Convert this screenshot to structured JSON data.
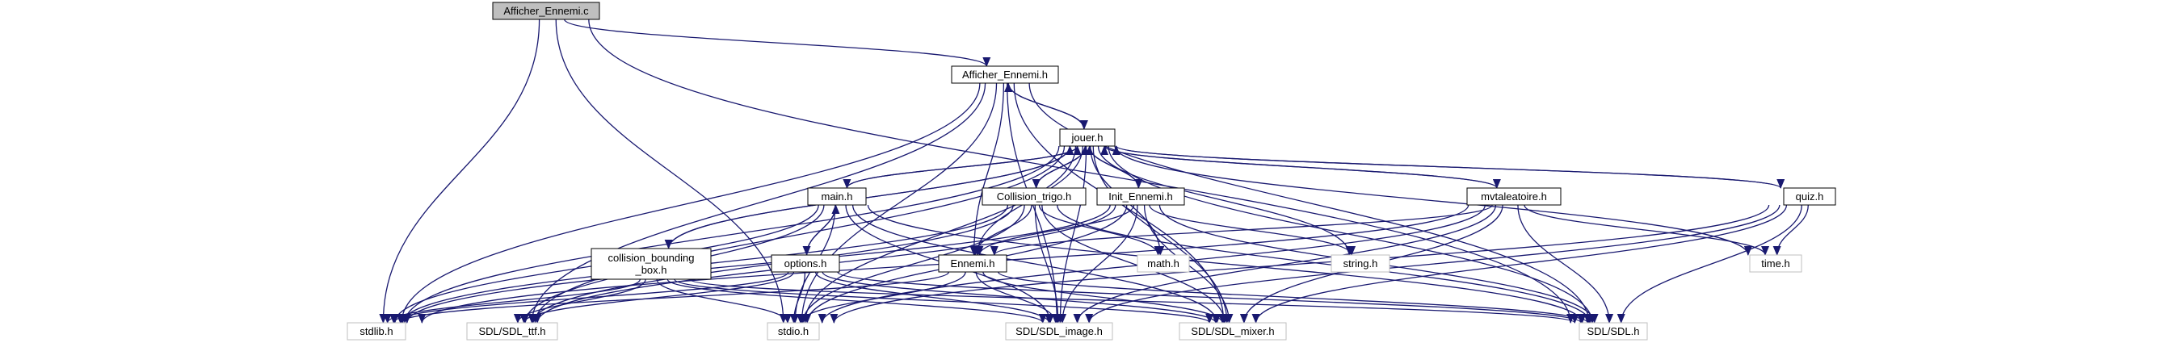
{
  "graph": {
    "nodes": [
      {
        "id": "afficher_c",
        "label": "Afficher_Ennemi.c",
        "style": "root"
      },
      {
        "id": "afficher_h",
        "label": "Afficher_Ennemi.h",
        "style": "doc"
      },
      {
        "id": "jouer_h",
        "label": "jouer.h",
        "style": "doc"
      },
      {
        "id": "main_h",
        "label": "main.h",
        "style": "doc"
      },
      {
        "id": "collision_trigo_h",
        "label": "Collision_trigo.h",
        "style": "doc"
      },
      {
        "id": "init_ennemi_h",
        "label": "Init_Ennemi.h",
        "style": "doc"
      },
      {
        "id": "mvtaleatoire_h",
        "label": "mvtaleatoire.h",
        "style": "doc"
      },
      {
        "id": "quiz_h",
        "label": "quiz.h",
        "style": "doc"
      },
      {
        "id": "collision_bb_h",
        "label": "collision_bounding\n_box.h",
        "style": "doc"
      },
      {
        "id": "options_h",
        "label": "options.h",
        "style": "doc"
      },
      {
        "id": "ennemi_h",
        "label": "Ennemi.h",
        "style": "doc"
      },
      {
        "id": "math_h",
        "label": "math.h",
        "style": "ext"
      },
      {
        "id": "string_h",
        "label": "string.h",
        "style": "ext"
      },
      {
        "id": "time_h",
        "label": "time.h",
        "style": "ext"
      },
      {
        "id": "stdlib_h",
        "label": "stdlib.h",
        "style": "ext"
      },
      {
        "id": "sdl_ttf_h",
        "label": "SDL/SDL_ttf.h",
        "style": "ext"
      },
      {
        "id": "stdio_h",
        "label": "stdio.h",
        "style": "ext"
      },
      {
        "id": "sdl_image_h",
        "label": "SDL/SDL_image.h",
        "style": "ext"
      },
      {
        "id": "sdl_mixer_h",
        "label": "SDL/SDL_mixer.h",
        "style": "ext"
      },
      {
        "id": "sdl_h",
        "label": "SDL/SDL.h",
        "style": "ext"
      }
    ],
    "edges": [
      [
        "afficher_c",
        "afficher_h"
      ],
      [
        "afficher_c",
        "stdlib_h"
      ],
      [
        "afficher_c",
        "stdio_h"
      ],
      [
        "afficher_c",
        "sdl_h"
      ],
      [
        "afficher_h",
        "jouer_h"
      ],
      [
        "afficher_h",
        "ennemi_h"
      ],
      [
        "afficher_h",
        "stdlib_h"
      ],
      [
        "afficher_h",
        "sdl_ttf_h"
      ],
      [
        "afficher_h",
        "stdio_h"
      ],
      [
        "afficher_h",
        "sdl_image_h"
      ],
      [
        "afficher_h",
        "sdl_mixer_h"
      ],
      [
        "afficher_h",
        "sdl_h"
      ],
      [
        "jouer_h",
        "afficher_h"
      ],
      [
        "jouer_h",
        "main_h"
      ],
      [
        "jouer_h",
        "collision_trigo_h"
      ],
      [
        "jouer_h",
        "init_ennemi_h"
      ],
      [
        "jouer_h",
        "mvtaleatoire_h"
      ],
      [
        "jouer_h",
        "quiz_h"
      ],
      [
        "jouer_h",
        "collision_bb_h"
      ],
      [
        "jouer_h",
        "ennemi_h"
      ],
      [
        "jouer_h",
        "math_h"
      ],
      [
        "jouer_h",
        "string_h"
      ],
      [
        "jouer_h",
        "time_h"
      ],
      [
        "jouer_h",
        "stdlib_h"
      ],
      [
        "jouer_h",
        "sdl_ttf_h"
      ],
      [
        "jouer_h",
        "stdio_h"
      ],
      [
        "jouer_h",
        "sdl_image_h"
      ],
      [
        "jouer_h",
        "sdl_mixer_h"
      ],
      [
        "jouer_h",
        "sdl_h"
      ],
      [
        "main_h",
        "jouer_h"
      ],
      [
        "main_h",
        "options_h"
      ],
      [
        "main_h",
        "stdlib_h"
      ],
      [
        "main_h",
        "sdl_ttf_h"
      ],
      [
        "main_h",
        "stdio_h"
      ],
      [
        "main_h",
        "sdl_image_h"
      ],
      [
        "main_h",
        "sdl_mixer_h"
      ],
      [
        "main_h",
        "sdl_h"
      ],
      [
        "options_h",
        "main_h"
      ],
      [
        "options_h",
        "stdlib_h"
      ],
      [
        "options_h",
        "sdl_ttf_h"
      ],
      [
        "options_h",
        "stdio_h"
      ],
      [
        "options_h",
        "sdl_image_h"
      ],
      [
        "options_h",
        "sdl_mixer_h"
      ],
      [
        "options_h",
        "sdl_h"
      ],
      [
        "collision_trigo_h",
        "jouer_h"
      ],
      [
        "collision_trigo_h",
        "ennemi_h"
      ],
      [
        "collision_trigo_h",
        "math_h"
      ],
      [
        "collision_trigo_h",
        "stdlib_h"
      ],
      [
        "collision_trigo_h",
        "sdl_ttf_h"
      ],
      [
        "collision_trigo_h",
        "stdio_h"
      ],
      [
        "collision_trigo_h",
        "sdl_image_h"
      ],
      [
        "collision_trigo_h",
        "sdl_mixer_h"
      ],
      [
        "collision_trigo_h",
        "sdl_h"
      ],
      [
        "init_ennemi_h",
        "jouer_h"
      ],
      [
        "init_ennemi_h",
        "ennemi_h"
      ],
      [
        "init_ennemi_h",
        "string_h"
      ],
      [
        "init_ennemi_h",
        "stdlib_h"
      ],
      [
        "init_ennemi_h",
        "sdl_ttf_h"
      ],
      [
        "init_ennemi_h",
        "stdio_h"
      ],
      [
        "init_ennemi_h",
        "sdl_image_h"
      ],
      [
        "init_ennemi_h",
        "sdl_mixer_h"
      ],
      [
        "init_ennemi_h",
        "sdl_h"
      ],
      [
        "mvtaleatoire_h",
        "jouer_h"
      ],
      [
        "mvtaleatoire_h",
        "ennemi_h"
      ],
      [
        "mvtaleatoire_h",
        "time_h"
      ],
      [
        "mvtaleatoire_h",
        "stdlib_h"
      ],
      [
        "mvtaleatoire_h",
        "stdio_h"
      ],
      [
        "mvtaleatoire_h",
        "sdl_image_h"
      ],
      [
        "mvtaleatoire_h",
        "sdl_mixer_h"
      ],
      [
        "mvtaleatoire_h",
        "sdl_h"
      ],
      [
        "quiz_h",
        "jouer_h"
      ],
      [
        "quiz_h",
        "time_h"
      ],
      [
        "quiz_h",
        "stdio_h"
      ],
      [
        "quiz_h",
        "sdl_image_h"
      ],
      [
        "quiz_h",
        "sdl_mixer_h"
      ],
      [
        "quiz_h",
        "sdl_h"
      ],
      [
        "collision_bb_h",
        "jouer_h"
      ],
      [
        "collision_bb_h",
        "stdlib_h"
      ],
      [
        "collision_bb_h",
        "sdl_ttf_h"
      ],
      [
        "collision_bb_h",
        "stdio_h"
      ],
      [
        "collision_bb_h",
        "sdl_image_h"
      ],
      [
        "collision_bb_h",
        "sdl_mixer_h"
      ],
      [
        "collision_bb_h",
        "sdl_h"
      ],
      [
        "ennemi_h",
        "stdlib_h"
      ],
      [
        "ennemi_h",
        "stdio_h"
      ],
      [
        "ennemi_h",
        "sdl_image_h"
      ],
      [
        "ennemi_h",
        "sdl_mixer_h"
      ],
      [
        "ennemi_h",
        "sdl_h"
      ]
    ]
  },
  "colors": {
    "edge": "#191970",
    "root_fill": "#bfbfbf",
    "node_border": "#000000",
    "ext_border": "#bfbfbf",
    "text": "#000000"
  }
}
